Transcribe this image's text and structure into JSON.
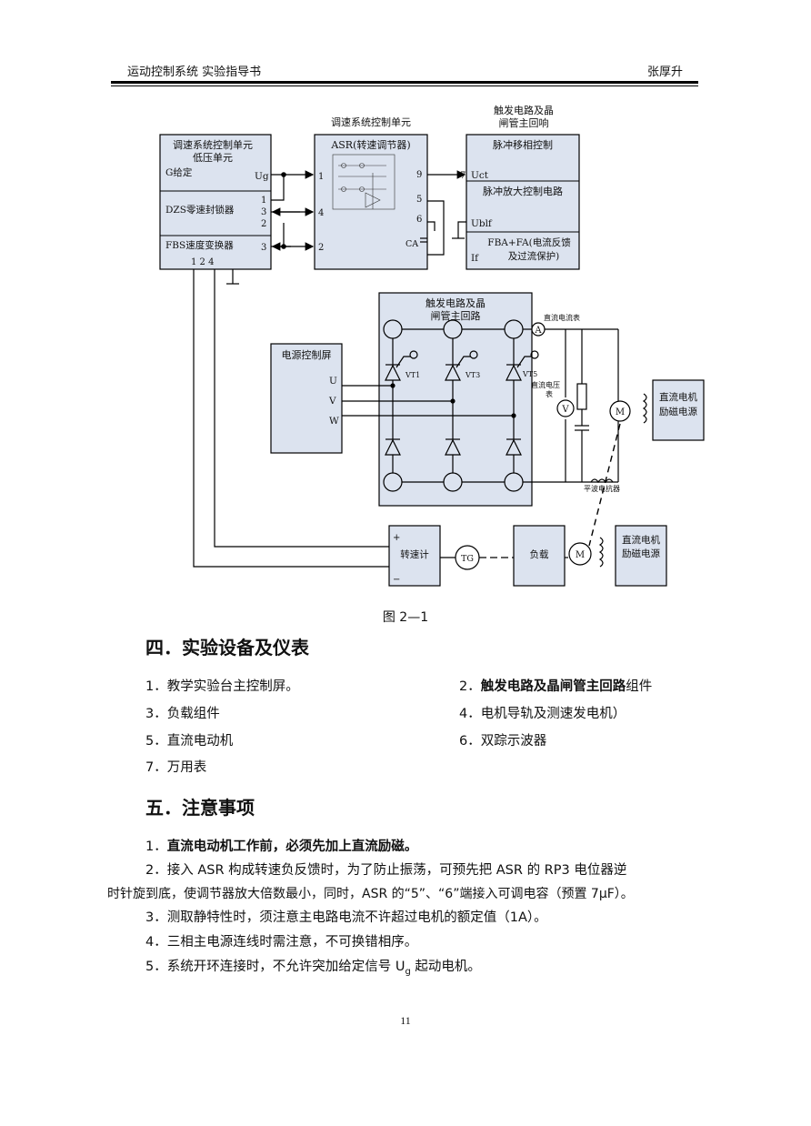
{
  "header": {
    "left": "运动控制系统 实验指导书",
    "right": "张厚升"
  },
  "diagram": {
    "top_title_1": "调速系统控制单元",
    "top_title_2a": "触发电路及晶",
    "top_title_2b": "闸管主回响",
    "box1": {
      "title_a": "调速系统控制单元",
      "title_b": "低压单元",
      "g_label": "G给定",
      "ug": "Ug",
      "dzs": "DZS零速封锁器",
      "fbs": "FBS速度变换器",
      "pins_dzs_a": "1",
      "pins_dzs_b": "3",
      "pins_dzs_c": "2",
      "pin_fbs": "3",
      "bottom_pins": "1  2  4"
    },
    "asr": {
      "title": "ASR(转速调节器)",
      "in1": "1",
      "in4": "4",
      "in2": "2",
      "out9": "9",
      "out5": "5",
      "out6": "6",
      "ca": "CA"
    },
    "box3": {
      "pulse_phase": "脉冲移相控制",
      "uct_pin": "7",
      "uct": "Uct",
      "pulse_amp": "脉冲放大控制电路",
      "ublf": "Ublf",
      "fba_a": "FBA+FA(电流反馈",
      "fba_b": "及过流保护)",
      "if": "If"
    },
    "power_screen": {
      "title": "电源控制屏",
      "u": "U",
      "v": "V",
      "w": "W"
    },
    "bridge": {
      "title_a": "触发电路及晶",
      "title_b": "闸管主回路",
      "vt1": "VT1",
      "vt3": "VT3",
      "vt5": "VT5"
    },
    "ammeter": {
      "symbol": "A",
      "label": "直流电流表"
    },
    "voltmeter": {
      "symbol": "V",
      "label_a": "直流电压",
      "label_b": "表"
    },
    "motor1": {
      "symbol": "M",
      "exc_a": "直流电机",
      "exc_b": "励磁电源"
    },
    "reactor": "平波电抗器",
    "tach": {
      "plus": "+",
      "label": "转速计",
      "minus": "−",
      "tg": "TG"
    },
    "load": "负载",
    "motor2": {
      "symbol": "M",
      "exc_a": "直流电机",
      "exc_b": "励磁电源"
    }
  },
  "caption": "图 2—1",
  "section4": {
    "title": "四．实验设备及仪表",
    "items": [
      {
        "num": "1．",
        "text": "教学实验台主控制屏。"
      },
      {
        "num": "2．",
        "text_bold": "触发电路及晶闸管主回路",
        "text": "组件"
      },
      {
        "num": "3．",
        "text": "负载组件"
      },
      {
        "num": "4．",
        "text": "电机导轨及测速发电机）"
      },
      {
        "num": "5．",
        "text": "直流电动机"
      },
      {
        "num": "6．",
        "text": "双踪示波器"
      },
      {
        "num": "7．",
        "text": "万用表"
      }
    ]
  },
  "section5": {
    "title": "五．注意事项",
    "p1_num": "1．",
    "p1": "直流电动机工作前，必须先加上直流励磁。",
    "p2_num": "2．",
    "p2_line1": "接入 ASR 构成转速负反馈时，为了防止振荡，可预先把 ASR 的 RP3 电位器逆",
    "p2_line2": "时针旋到底，使调节器放大倍数最小，同时，ASR 的“5”、“6”端接入可调电容（预置 7μF）。",
    "p3_num": "3．",
    "p3": "测取静特性时，须注意主电路电流不许超过电机的额定值（1A）。",
    "p4_num": "4．",
    "p4": "三相主电源连线时需注意，不可换错相序。",
    "p5_num": "5．",
    "p5_pre": "系统开环连接时，不允许突加给定信号 U",
    "p5_sub": "g",
    "p5_post": " 起动电机。"
  },
  "page_number": "11"
}
